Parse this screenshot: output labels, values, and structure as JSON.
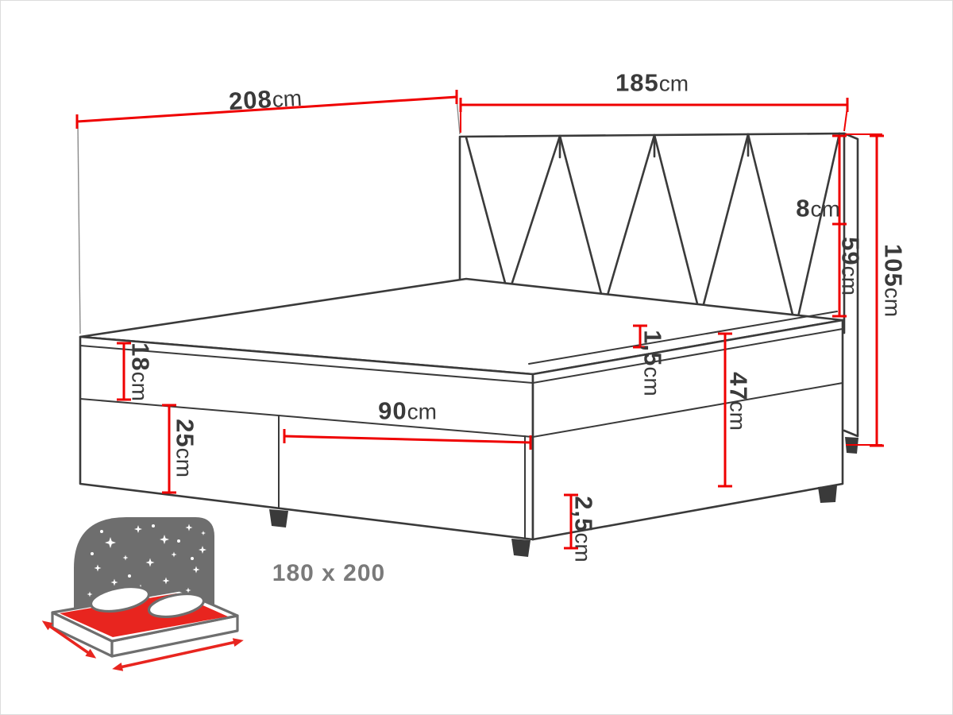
{
  "dimensions": {
    "length": {
      "value": "208",
      "unit": "cm"
    },
    "width": {
      "value": "185",
      "unit": "cm"
    },
    "headboard_top": {
      "value": "8",
      "unit": "cm"
    },
    "headboard": {
      "value": "59",
      "unit": "cm"
    },
    "total_height": {
      "value": "105",
      "unit": "cm"
    },
    "mattress": {
      "value": "18",
      "unit": "cm"
    },
    "base_front": {
      "value": "25",
      "unit": "cm"
    },
    "drawer_width": {
      "value": "90",
      "unit": "cm"
    },
    "topper_seam": {
      "value": "1,5",
      "unit": "cm"
    },
    "side_height": {
      "value": "47",
      "unit": "cm"
    },
    "feet_height": {
      "value": "2,5",
      "unit": "cm"
    }
  },
  "size_label": "180 x 200",
  "colors": {
    "dimension_red": "#ef0000",
    "line_dark": "#3a3a3a",
    "icon_gray": "#6e6e6e",
    "icon_red": "#e8251f",
    "label_text": "#3a3a3a",
    "size_label_gray": "#7a7a7a"
  }
}
